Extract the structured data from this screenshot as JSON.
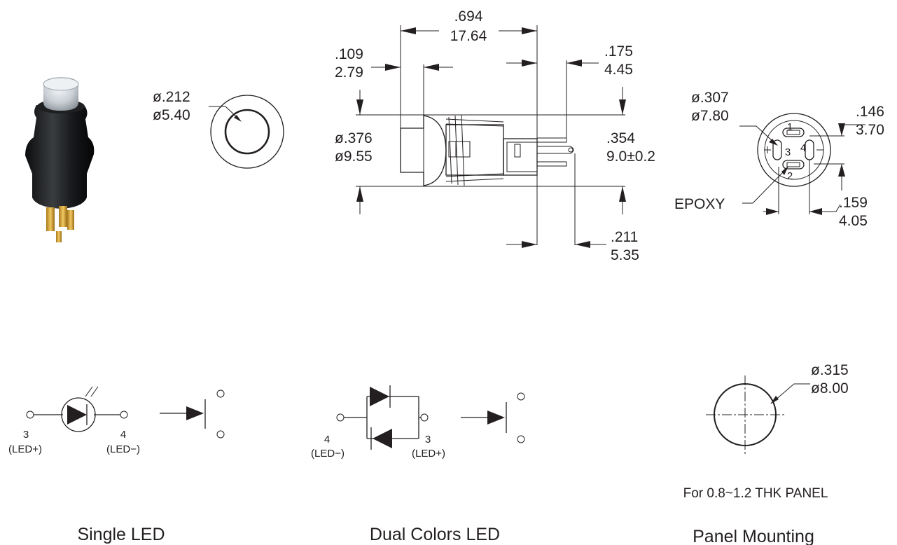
{
  "front_view": {
    "dia_in": "ø.212",
    "dia_mm": "ø5.40"
  },
  "side_view": {
    "length_in": ".694",
    "length_mm": "17.64",
    "bezel_in": ".109",
    "bezel_mm": "2.79",
    "tab_in": ".175",
    "tab_mm": "4.45",
    "dia_in": "ø.376",
    "dia_mm": "ø9.55",
    "height_in": ".354",
    "height_mm": "9.0±0.2",
    "term_in": ".211",
    "term_mm": "5.35"
  },
  "rear_view": {
    "dia_in": "ø.307",
    "dia_mm": "ø7.80",
    "a_in": ".146",
    "a_mm": "3.70",
    "b_in": ".159",
    "b_mm": "4.05",
    "epoxy": "EPOXY",
    "pin1": "1",
    "pin2": "2",
    "pin3": "3",
    "pin4": "4"
  },
  "single_led": {
    "pin_left": "3",
    "label_left": "(LED+)",
    "pin_right": "4",
    "label_right": "(LED−)",
    "caption": "Single LED"
  },
  "dual_led": {
    "pin_left": "4",
    "label_left": "(LED−)",
    "pin_right": "3",
    "label_right": "(LED+)",
    "caption": "Dual Colors LED"
  },
  "panel": {
    "dia_in": "ø.315",
    "dia_mm": "ø8.00",
    "note": "For 0.8~1.2 THK PANEL",
    "caption": "Panel Mounting"
  }
}
